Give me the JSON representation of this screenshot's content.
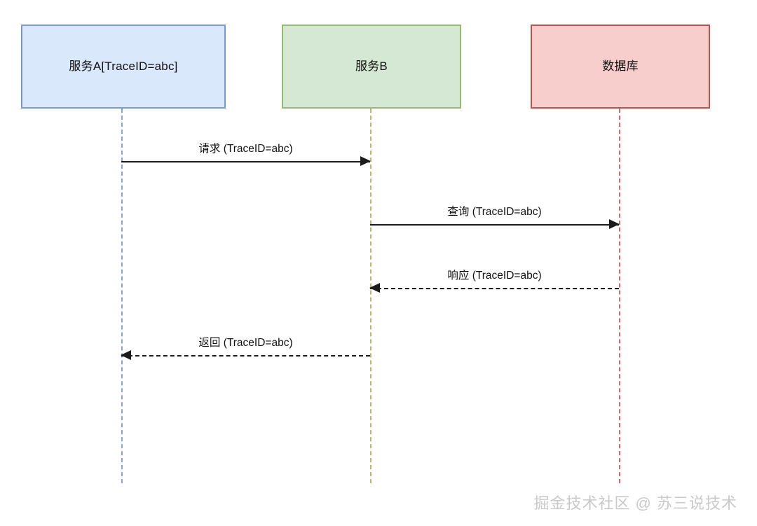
{
  "diagram": {
    "type": "sequence-diagram",
    "background_color": "#ffffff",
    "participants": [
      {
        "id": "service-a",
        "label": "服务A[TraceID=abc]",
        "fill_color": "#dae8fc",
        "border_color": "#7a9bc8",
        "lifeline_color": "#8aa6cc"
      },
      {
        "id": "service-b",
        "label": "服务B",
        "fill_color": "#d5e8d4",
        "border_color": "#97b976",
        "lifeline_color": "#b5b87a"
      },
      {
        "id": "database",
        "label": "数据库",
        "fill_color": "#f8cecc",
        "border_color": "#b85450",
        "lifeline_color": "#d46a6a"
      }
    ],
    "messages": [
      {
        "id": "request",
        "label": "请求 (TraceID=abc)",
        "from": "service-a",
        "to": "service-b",
        "direction": "right",
        "line_style": "solid",
        "line_color": "#1b1b1b"
      },
      {
        "id": "query",
        "label": "查询 (TraceID=abc)",
        "from": "service-b",
        "to": "database",
        "direction": "right",
        "line_style": "solid",
        "line_color": "#1b1b1b"
      },
      {
        "id": "response",
        "label": "响应 (TraceID=abc)",
        "from": "database",
        "to": "service-b",
        "direction": "left",
        "line_style": "dashed",
        "line_color": "#1b1b1b"
      },
      {
        "id": "return",
        "label": "返回 (TraceID=abc)",
        "from": "service-b",
        "to": "service-a",
        "direction": "left",
        "line_style": "dashed",
        "line_color": "#1b1b1b"
      }
    ]
  },
  "watermark": {
    "text": "掘金技术社区 @ 苏三说技术",
    "color": "#c9c9c9"
  }
}
